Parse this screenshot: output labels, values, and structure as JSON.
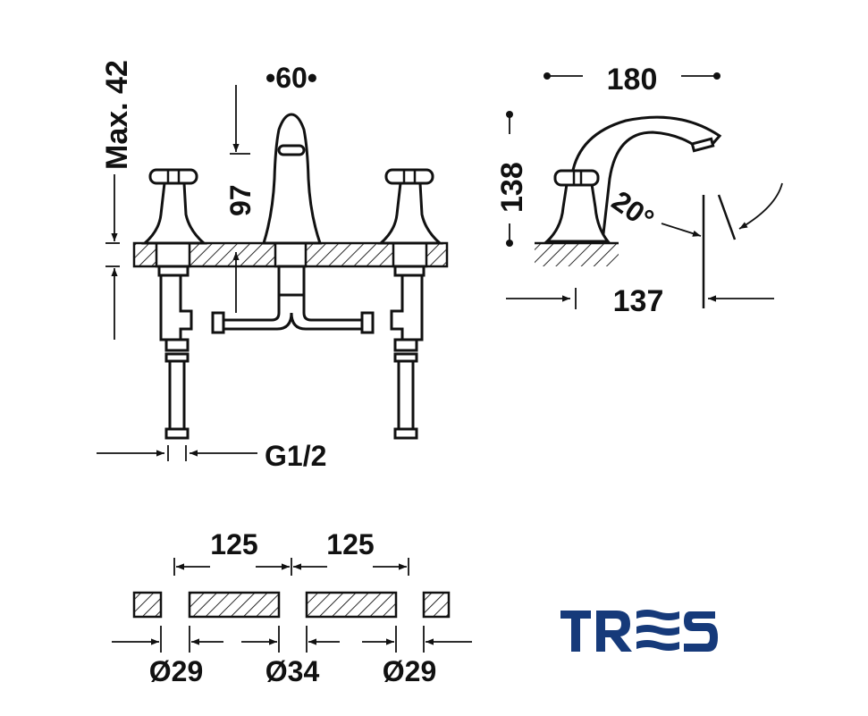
{
  "drawing": {
    "front_view": {
      "max_height_label": "Max. 42",
      "spout_diameter_label": "•60•",
      "spout_height_label": "97",
      "connection_label": "G1/2"
    },
    "side_view": {
      "width_label": "180",
      "height_label": "138",
      "angle_label": "20°",
      "reach_label": "137"
    },
    "hole_layout": {
      "spacing_labels": [
        "125",
        "125"
      ],
      "hole_labels": [
        "Ø29",
        "Ø34",
        "Ø29"
      ]
    }
  },
  "logo": {
    "text": "TRES",
    "color": "#163a7a"
  }
}
